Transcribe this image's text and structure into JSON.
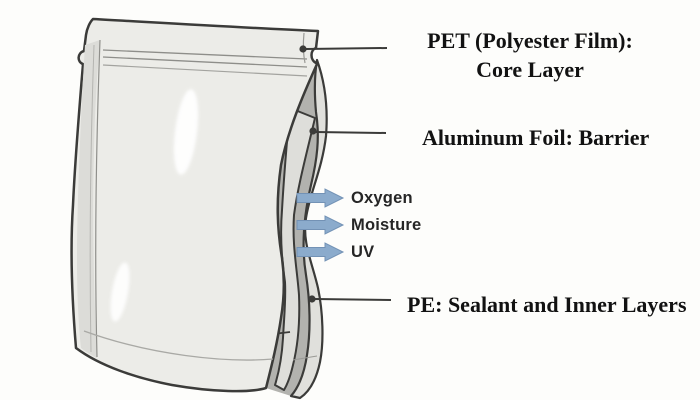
{
  "diagram_subject": "multilayer packaging pouch layers",
  "annotations": {
    "pet": {
      "line1": "PET (Polyester Film):",
      "line2": "Core Layer"
    },
    "aluminum": {
      "text": "Aluminum Foil: Barrier"
    },
    "pe": {
      "text": "PE: Sealant and Inner Layers"
    }
  },
  "barrier_factors": [
    {
      "label": "Oxygen"
    },
    {
      "label": "Moisture"
    },
    {
      "label": "UV"
    }
  ],
  "colors": {
    "background": "#FDFDFB",
    "outline": "#3B3B39",
    "bag_body": "#ECECE8",
    "bag_side_gusset": "#DCDCD8",
    "aluminum_layer": "#DEDEDA",
    "pet_outer_layer": "#E0E0DC",
    "layer_shadow": "#B2B2AE",
    "arrow_fill": "#8BABCC",
    "arrow_stroke": "#7392B5",
    "annotation_text": "#121212",
    "barrier_text": "#262626"
  }
}
